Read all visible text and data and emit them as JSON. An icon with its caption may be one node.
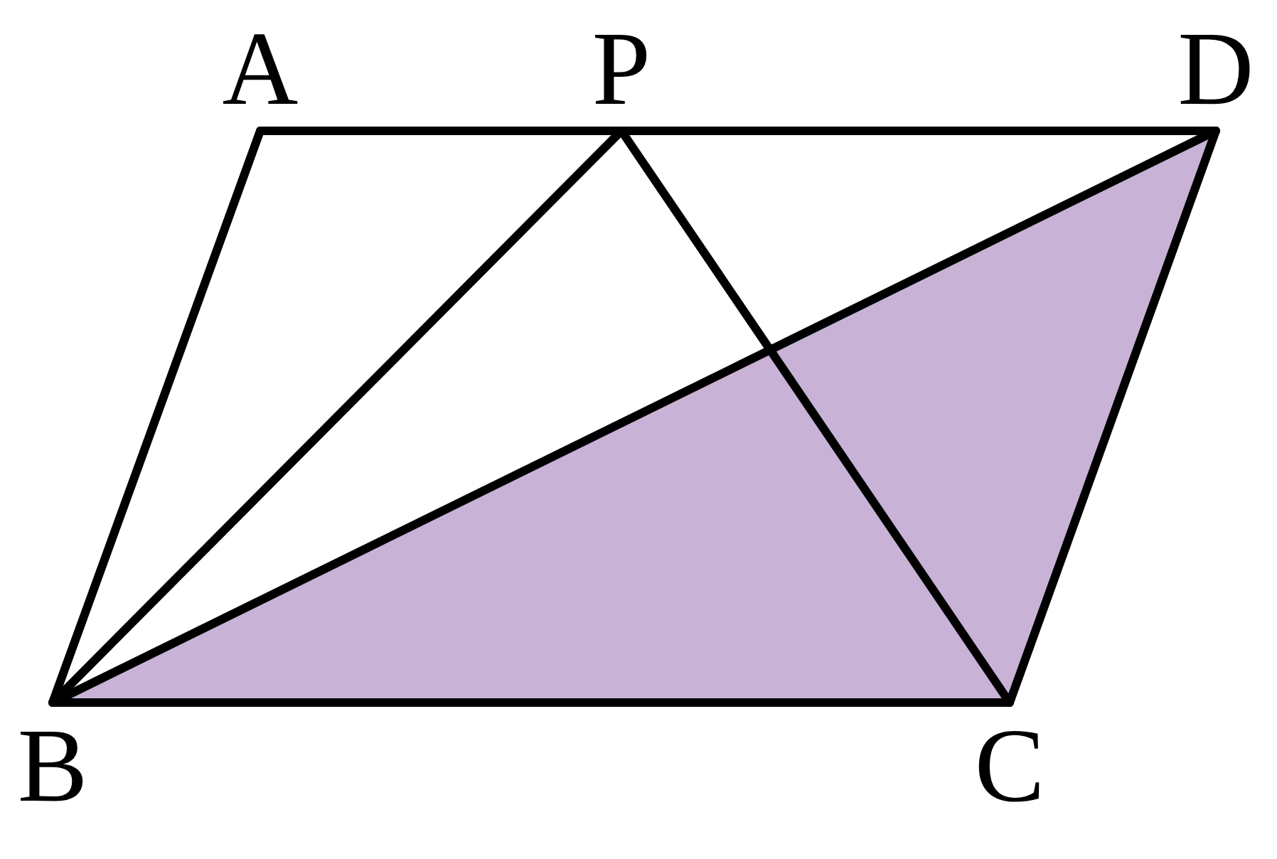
{
  "diagram": {
    "nodes": [
      {
        "text": [
          "A"
        ]
      },
      {
        "text": [
          "P"
        ]
      },
      {
        "text": [
          "D"
        ]
      },
      {
        "text": [
          "B"
        ]
      },
      {
        "text": [
          "C"
        ]
      }
    ],
    "edges": [
      {
        "from": 0,
        "to": 1,
        "arrow": "none"
      },
      {
        "from": 1,
        "to": 2,
        "arrow": "none"
      },
      {
        "from": 0,
        "to": 3,
        "arrow": "none"
      },
      {
        "from": 3,
        "to": 4,
        "arrow": "none"
      },
      {
        "from": 4,
        "to": 2,
        "arrow": "none"
      },
      {
        "from": 3,
        "to": 1,
        "arrow": "none"
      },
      {
        "from": 1,
        "to": 4,
        "arrow": "none"
      },
      {
        "from": 3,
        "to": 2,
        "arrow": "none"
      }
    ]
  }
}
